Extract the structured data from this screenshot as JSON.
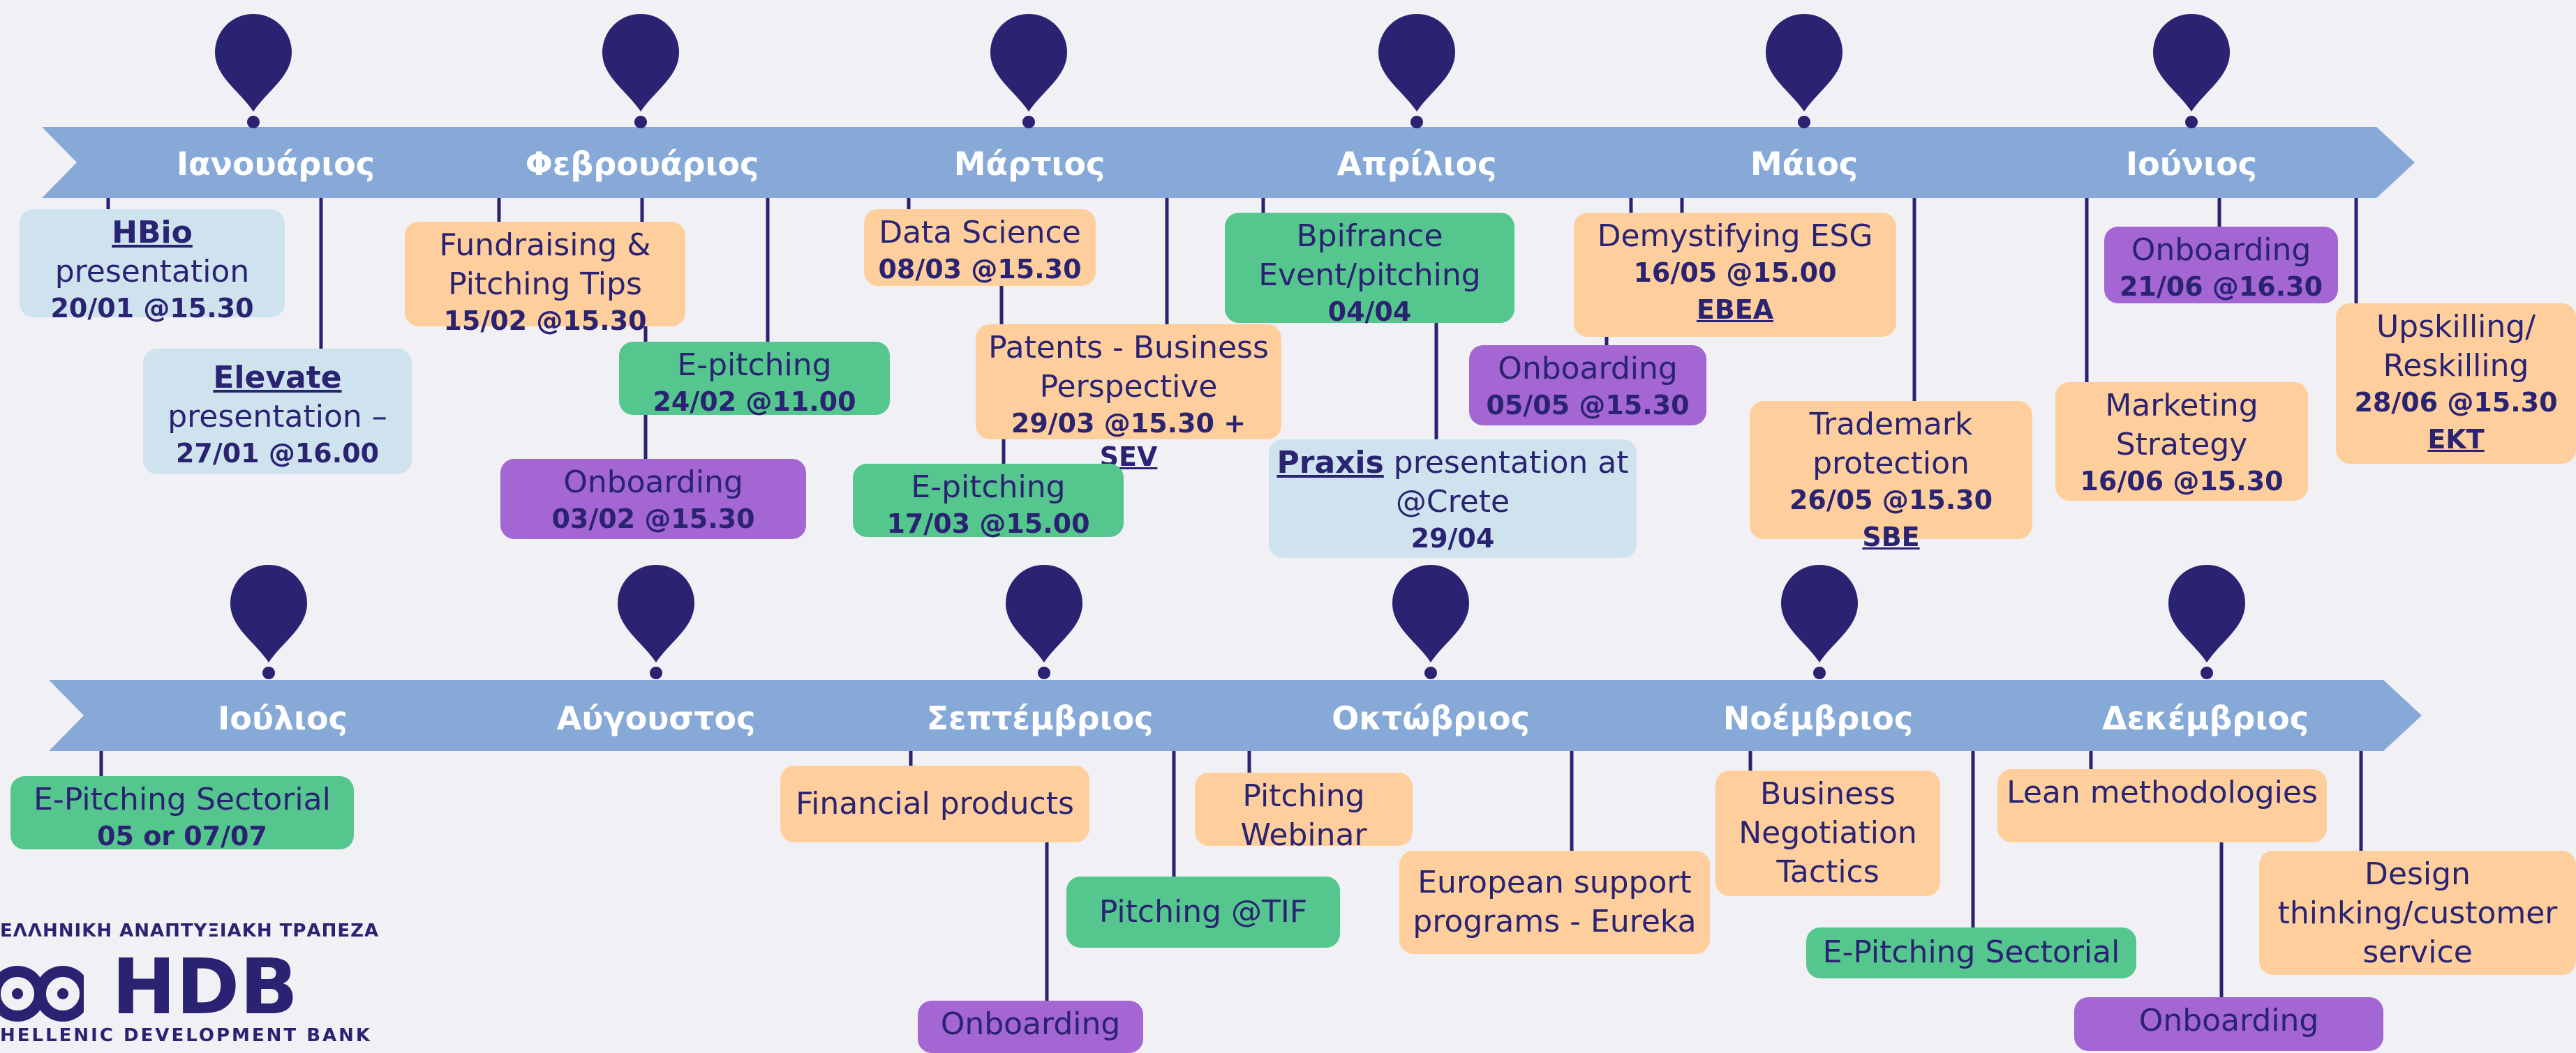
{
  "row1": {
    "months": [
      "Ιανουάριος",
      "Φεβρουάριος",
      "Μάρτιος",
      "Απρίλιος",
      "Μάιος",
      "Ιούνιος"
    ]
  },
  "row2": {
    "months": [
      "Ιούλιος",
      "Αύγουστος",
      "Σεπτέμβριος",
      "Οκτώβριος",
      "Νοέμβριος",
      "Δεκέμβριος"
    ]
  },
  "events": {
    "hbio": {
      "link": "HBio",
      "text": "presentation",
      "date": "20/01 @15.30"
    },
    "elevate": {
      "link": "Elevate",
      "text": "presentation –",
      "date": "27/01 @16.00"
    },
    "fundraising": {
      "text": "Fundraising & Pitching Tips",
      "date": "15/02 @15.30"
    },
    "epitch_feb": {
      "text": "E-pitching",
      "date": "24/02 @11.00"
    },
    "onboard_feb": {
      "text": "Onboarding",
      "date": "03/02 @15.30"
    },
    "datasci": {
      "text": "Data Science",
      "date": "08/03 @15.30"
    },
    "patents": {
      "text": "Patents - Business Perspective",
      "date": "29/03 @15.30 + ",
      "link": "SEV"
    },
    "epitch_mar": {
      "text": "E-pitching",
      "date": "17/03 @15.00"
    },
    "bpifrance": {
      "text": "Bpifrance Event/pitching",
      "date": "04/04"
    },
    "praxis": {
      "link": "Praxis",
      "text": " presentation at @Crete",
      "date": "29/04"
    },
    "esg": {
      "text": "Demystifying ESG",
      "date": "16/05 @15.00",
      "link": "EBEA"
    },
    "onboard_may": {
      "text": "Onboarding",
      "date": "05/05 @15.30"
    },
    "trademark": {
      "text": "Trademark protection",
      "date": "26/05 @15.30",
      "link": "SBE"
    },
    "onboard_jun": {
      "text": "Onboarding",
      "date": "21/06 @16.30"
    },
    "marketing": {
      "text": "Marketing Strategy",
      "date": "16/06 @15.30"
    },
    "upskilling": {
      "text": "Upskilling/ Reskilling",
      "date": "28/06 @15.30",
      "link": "EKT"
    },
    "epitch_sect_jul": {
      "text": "E-Pitching Sectorial",
      "date": "05 or 07/07"
    },
    "financial": {
      "text": "Financial products"
    },
    "onboard_sep": {
      "text": "Onboarding"
    },
    "pitch_tif": {
      "text": "Pitching @TIF"
    },
    "webinar": {
      "text": "Pitching Webinar"
    },
    "eureka": {
      "text": "European support programs - Eureka"
    },
    "negotiation": {
      "text": "Business Negotiation Tactics"
    },
    "epitch_sect_nov": {
      "text": "E-Pitching Sectorial"
    },
    "lean": {
      "text": "Lean methodologies"
    },
    "design": {
      "text": "Design thinking/customer service"
    },
    "onboard_dec": {
      "text": "Onboarding"
    }
  },
  "logo": {
    "top": "ΕΛΛΗΝΙΚΗ ΑΝΑΠΤΥΞΙΑΚΗ ΤΡΑΠΕΖΑ",
    "name": "HDB",
    "bottom": "HELLENIC DEVELOPMENT BANK"
  },
  "colors": {
    "background": "#f1f0f5",
    "arrow": "#86a9d8",
    "pin": "#2a2372",
    "blue": "#cfe3ee",
    "orange": "#fecf9d",
    "green": "#55c78e",
    "purple": "#a366d2"
  }
}
